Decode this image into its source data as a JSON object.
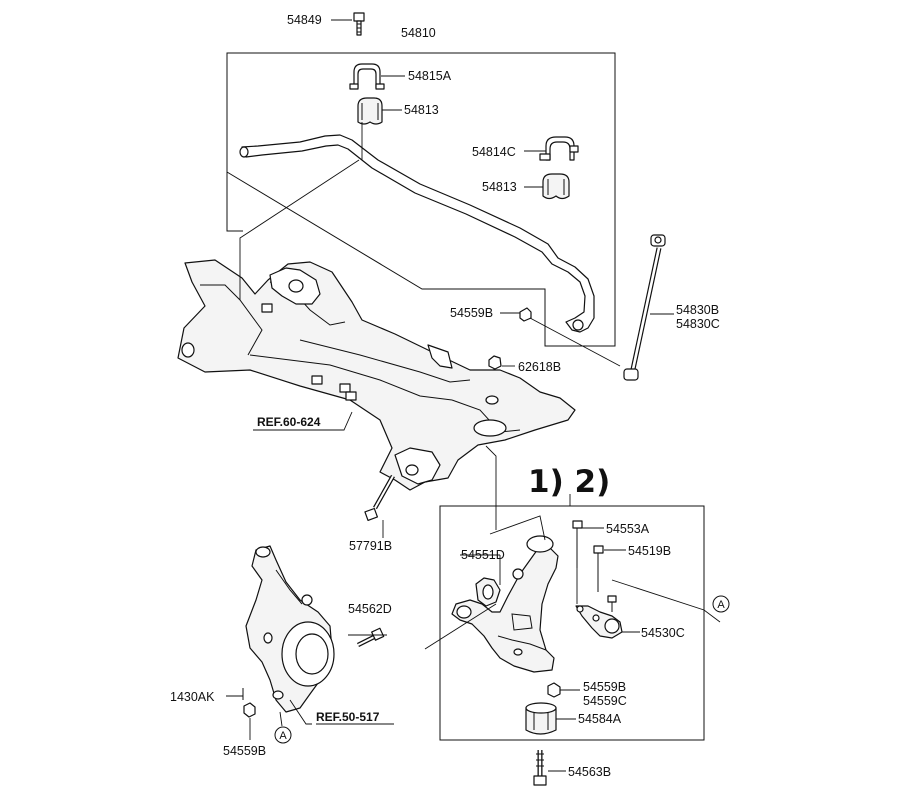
{
  "diagram": {
    "highlight_label": "1) 2)",
    "highlight_color": "#e00000",
    "refs": {
      "ref1": "REF.60-624",
      "ref2": "REF.50-517"
    },
    "callout_marker": "A",
    "parts": {
      "p54849": "54849",
      "p54810": "54810",
      "p54815a": "54815A",
      "p54813_top": "54813",
      "p54814c": "54814C",
      "p54813_right": "54813",
      "p54830b": "54830B",
      "p54830c": "54830C",
      "p54559b_top": "54559B",
      "p62618b": "62618B",
      "p54553a": "54553A",
      "p54519b": "54519B",
      "p54551d": "54551D",
      "p54530c": "54530C",
      "p54559b_bottom": "54559B",
      "p54559c": "54559C",
      "p54584a": "54584A",
      "p54563b": "54563B",
      "p57791b": "57791B",
      "p54562d": "54562D",
      "p1430ak": "1430AK",
      "p54559b_knuckle": "54559B"
    }
  }
}
